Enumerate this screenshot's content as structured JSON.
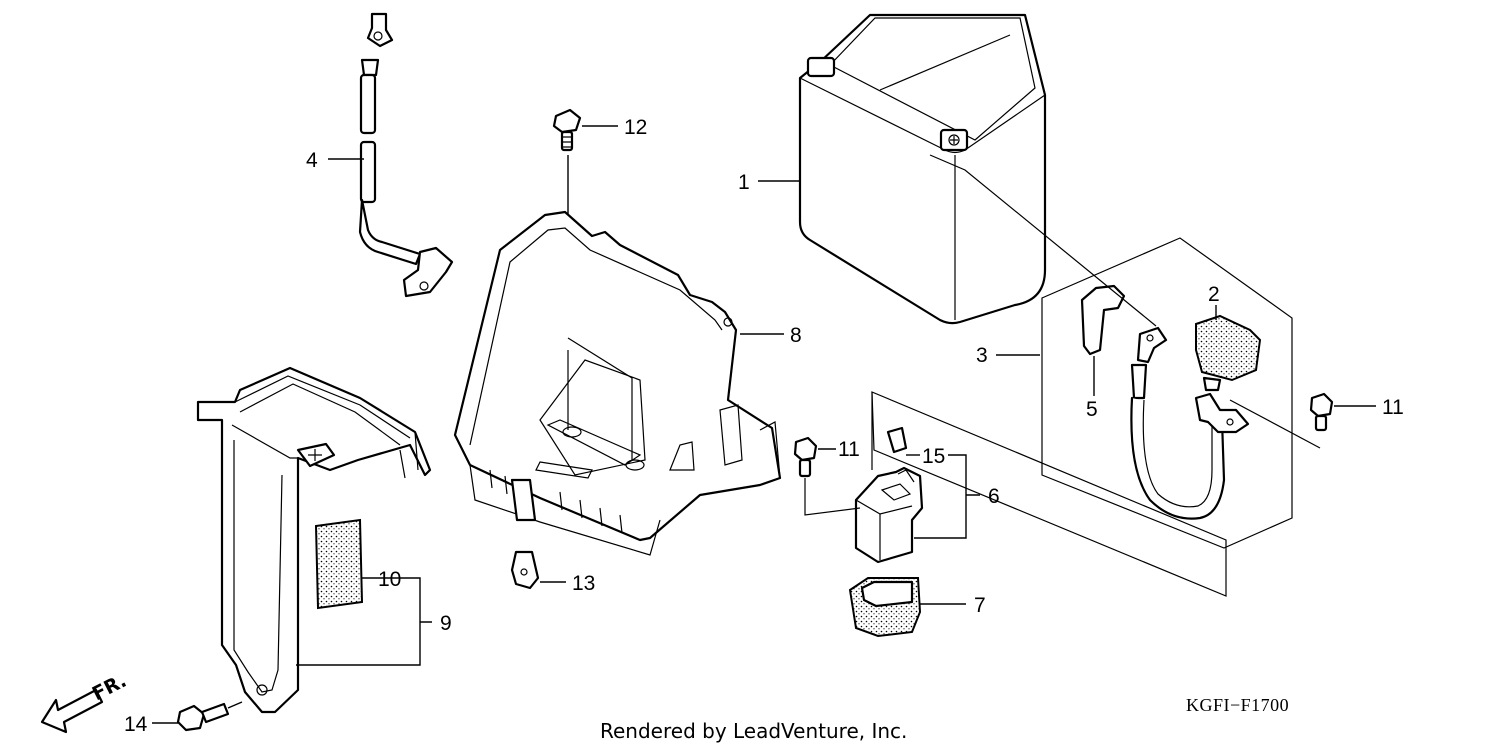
{
  "diagram": {
    "code": "KGFI−F1700",
    "credit": "Rendered by LeadVenture, Inc.",
    "direction_label": "FR.",
    "callouts": [
      {
        "id": "c1",
        "text": "1"
      },
      {
        "id": "c2",
        "text": "2"
      },
      {
        "id": "c3",
        "text": "3"
      },
      {
        "id": "c4",
        "text": "4"
      },
      {
        "id": "c5",
        "text": "5"
      },
      {
        "id": "c6",
        "text": "6"
      },
      {
        "id": "c7",
        "text": "7"
      },
      {
        "id": "c8",
        "text": "8"
      },
      {
        "id": "c9",
        "text": "9"
      },
      {
        "id": "c10",
        "text": "10"
      },
      {
        "id": "c11a",
        "text": "11"
      },
      {
        "id": "c11b",
        "text": "11"
      },
      {
        "id": "c12",
        "text": "12"
      },
      {
        "id": "c13",
        "text": "13"
      },
      {
        "id": "c14",
        "text": "14"
      },
      {
        "id": "c15",
        "text": "15"
      }
    ]
  }
}
